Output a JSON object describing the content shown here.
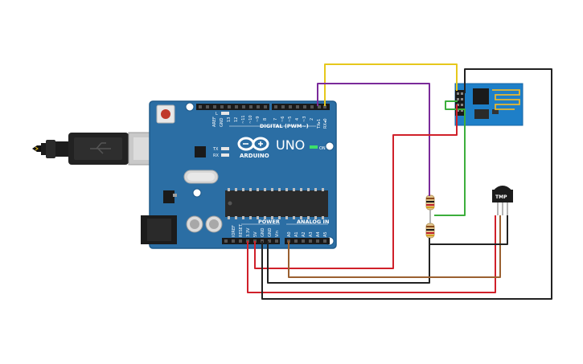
{
  "board": {
    "brand": "ARDUINO",
    "model": "UNO",
    "digital_label": "DIGITAL (PWM~)",
    "power_label": "POWER",
    "analog_label": "ANALOG IN",
    "on_label": "ON",
    "led_l": "L",
    "led_tx": "TX",
    "led_rx": "RX",
    "digital_pins": [
      "AREF",
      "GND",
      "13",
      "12",
      "~11",
      "~10",
      "~9",
      "8",
      "7",
      "~6",
      "~5",
      "4",
      "~3",
      "2",
      "TX▸1",
      "RX◂0"
    ],
    "power_pins": [
      "IOREF",
      "RESET",
      "3.3V",
      "5V",
      "GND",
      "GND",
      "Vin"
    ],
    "analog_pins": [
      "A0",
      "A1",
      "A2",
      "A3",
      "A4",
      "A5"
    ]
  },
  "sensor": {
    "label": "TMP"
  },
  "colors": {
    "board": "#2b6ea4",
    "board_border": "#1f5a8a",
    "wifi_module": "#1e7fc8",
    "wire_red": "#d0202a",
    "wire_black": "#222222",
    "wire_yellow": "#e6c81c",
    "wire_purple": "#7a2a9a",
    "wire_green": "#3cae3c",
    "wire_brown": "#9a6030"
  },
  "icons": [
    "usb-cable-icon",
    "infinity-logo-icon",
    "reset-button-icon",
    "wifi-antenna-icon"
  ]
}
